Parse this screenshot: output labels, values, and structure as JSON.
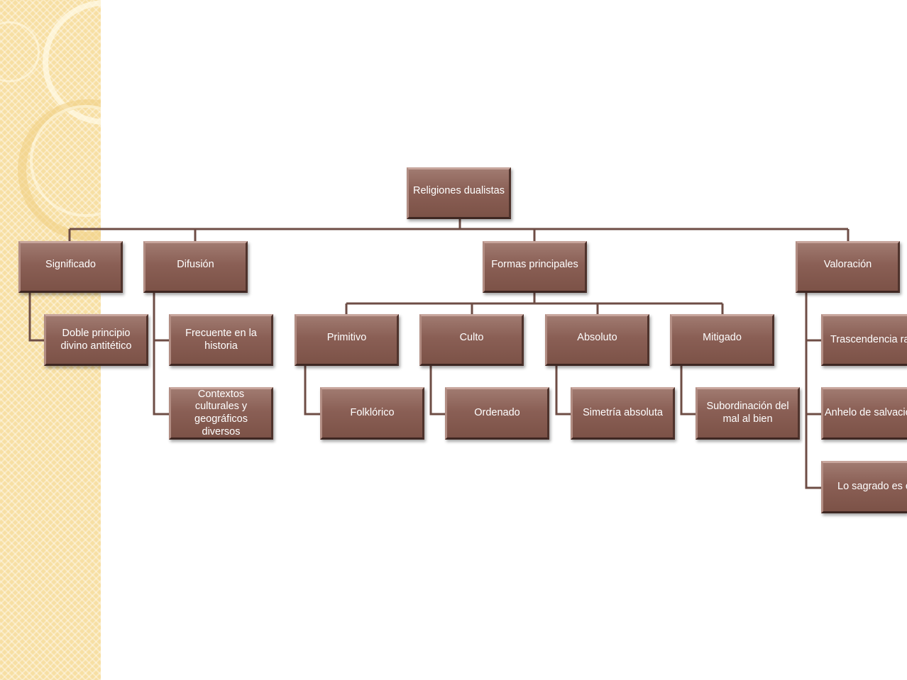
{
  "diagram": {
    "root": "Religiones dualistas",
    "branches": [
      {
        "label": "Significado",
        "items": [
          "Doble principio divino antitético"
        ]
      },
      {
        "label": "Difusión",
        "items": [
          "Frecuente en la historia",
          "Contextos culturales y geográficos diversos"
        ]
      },
      {
        "label": "Formas principales",
        "forms": [
          {
            "label": "Primitivo",
            "item": "Folklórico"
          },
          {
            "label": "Culto",
            "item": "Ordenado"
          },
          {
            "label": "Absoluto",
            "item": "Simetría absoluta"
          },
          {
            "label": "Mitigado",
            "item": "Subordinación del mal al bien"
          }
        ]
      },
      {
        "label": "Valoración",
        "items": [
          "Trascendencia radical",
          "Anhelo de salvación",
          "Lo sagrado es coartado"
        ]
      }
    ]
  },
  "colors": {
    "node_fill": "#8a5f55",
    "connector": "#6e4d45",
    "side_panel": "#f7dfa3"
  }
}
